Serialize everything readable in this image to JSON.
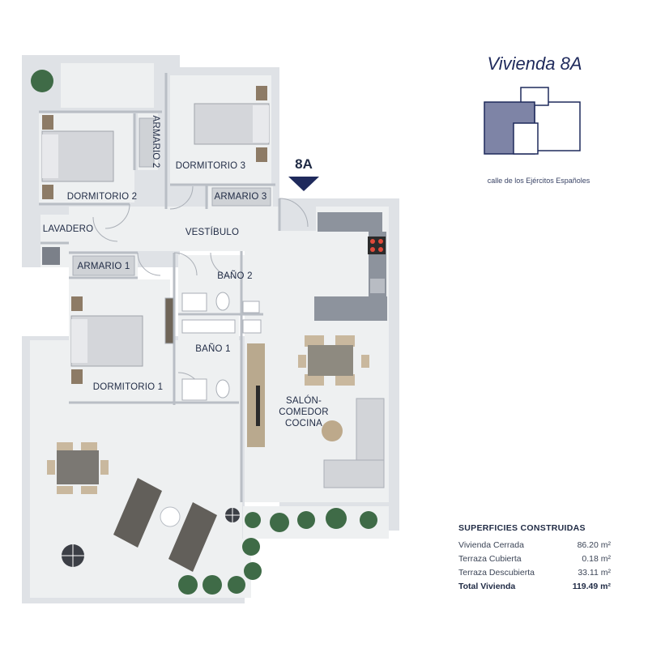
{
  "header": {
    "title": "Vivienda 8A",
    "street": "calle de los Ejércitos Españoles"
  },
  "plan": {
    "unit_marker": "8A",
    "rooms": {
      "dormitorio_2": "DORMITORIO 2",
      "armario_2": "ARMARIO 2",
      "dormitorio_3": "DORMITORIO 3",
      "armario_3": "ARMARIO 3",
      "lavadero": "LAVADERO",
      "vestibulo": "VESTÍBULO",
      "armario_1": "ARMARIO 1",
      "bano_2": "BAÑO 2",
      "bano_1": "BAÑO 1",
      "dormitorio_1": "DORMITORIO 1",
      "salon_line1": "SALÓN-",
      "salon_line2": "COMEDOR",
      "salon_line3": "COCINA"
    }
  },
  "surfaces": {
    "title": "SUPERFICIES CONSTRUIDAS",
    "rows": [
      {
        "label": "Vivienda Cerrada",
        "value": "86.20 m²"
      },
      {
        "label": "Terraza Cubierta",
        "value": "0.18 m²"
      },
      {
        "label": "Terraza Descubierta",
        "value": "33.11 m²"
      }
    ],
    "total": {
      "label": "Total Vivienda",
      "value": "119.49 m²"
    }
  },
  "colors": {
    "accent_navy": "#1f2a5c",
    "keymap_highlight": "#7e84a6",
    "floor": "#eef0f1",
    "wall": "#c9cdd2",
    "counter": "#8d939d"
  }
}
